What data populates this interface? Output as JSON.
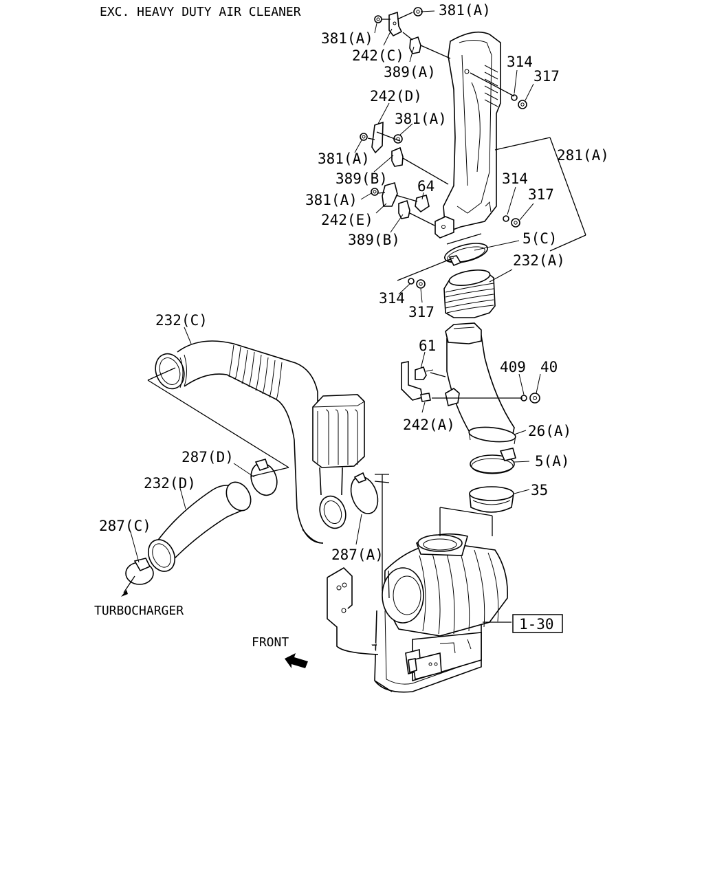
{
  "title": "EXC. HEAVY DUTY AIR CLEANER",
  "labels": {
    "p381a_top": "381(A)",
    "p381a_l1": "381(A)",
    "p242c": "242(C)",
    "p389a": "389(A)",
    "p314_top": "314",
    "p317_top": "317",
    "p242d": "242(D)",
    "p381a_m1": "381(A)",
    "p381a_m2": "381(A)",
    "p281a": "281(A)",
    "p389b_1": "389(B)",
    "p64": "64",
    "p314_mid": "314",
    "p317_mid": "317",
    "p381a_m3": "381(A)",
    "p242e": "242(E)",
    "p389b_2": "389(B)",
    "p5c": "5(C)",
    "p232a": "232(A)",
    "p314_low": "314",
    "p317_low": "317",
    "p232c": "232(C)",
    "p61": "61",
    "p409": "409",
    "p40": "40",
    "p242a": "242(A)",
    "p26a": "26(A)",
    "p287d": "287(D)",
    "p5a": "5(A)",
    "p232d": "232(D)",
    "p35": "35",
    "p287c": "287(C)",
    "p287a": "287(A)",
    "turbocharger": "TURBOCHARGER",
    "ref": "1-30",
    "front": "FRONT"
  }
}
